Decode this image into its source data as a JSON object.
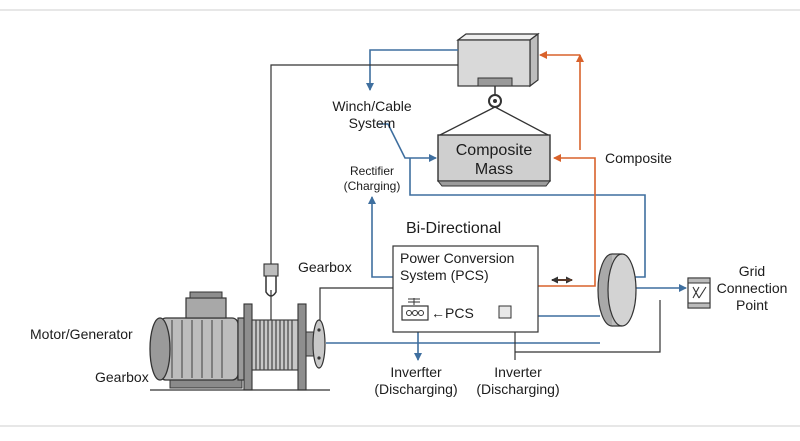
{
  "labels": {
    "winch_cable_system": "Winch/Cable\nSystem",
    "composite_mass": "Composite\nMass",
    "composite": "Composite",
    "rectifier": "Rectifier\n(Charging)",
    "bi_directional": "Bi-Directional",
    "pcs": "Power Conversion\nSystem (PCS)",
    "pcs_short": "←PCS",
    "gearbox_top": "Gearbox",
    "gearbox_bottom": "Gearbox",
    "motor_generator": "Motor/Generator",
    "inverter_left": "Inverfter\n(Discharging)",
    "inverter_right": "Inverter\n(Discharging)",
    "grid_connection": "Grid\nConnection\nPoint"
  },
  "colors": {
    "blue": "#3f6f9f",
    "orange": "#d9622b",
    "dark": "#2a2a2a",
    "box_fill": "#d9d9d9",
    "mass_fill": "#cfcfcf"
  },
  "icons": {
    "grid_symbol": "switch-icon",
    "bidirectional_arrow": "double-arrow-icon"
  }
}
